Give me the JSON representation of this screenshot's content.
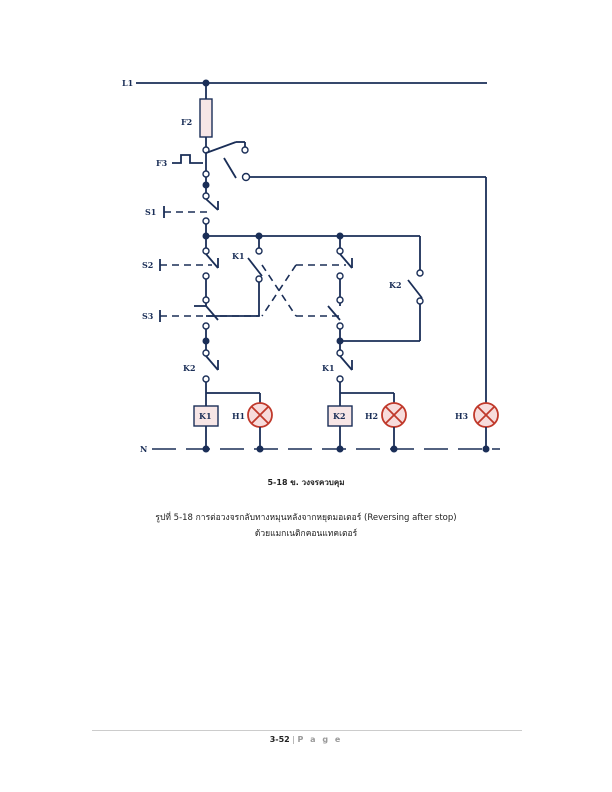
{
  "diagram": {
    "labels": {
      "l1": "L1",
      "f2": "F2",
      "f3": "F3",
      "s1": "S1",
      "s2": "S2",
      "s3": "S3",
      "k1_contact": "K1",
      "k2_contact": "K2",
      "k2_lower": "K2",
      "k1_lower": "K1",
      "k1_coil": "K1",
      "k2_coil": "K2",
      "h1": "H1",
      "h2": "H2",
      "h3": "H3",
      "n": "N"
    }
  },
  "captions": {
    "sub": "5-18 ข. วงจรควบคุม",
    "line1": "รูปที่ 5-18 การต่อวงจรกลับทางหมุนหลังจากหยุดมอเตอร์ (Reversing after stop)",
    "line2": "ด้วยแมกเนติกคอนแทคเตอร์"
  },
  "footer": {
    "page_num": "3-52",
    "separator": "|",
    "page_word": "P a g e"
  },
  "colors": {
    "wire": "#1a2e57",
    "lamp": "#c0392b",
    "fill": "#f7e6e6"
  }
}
